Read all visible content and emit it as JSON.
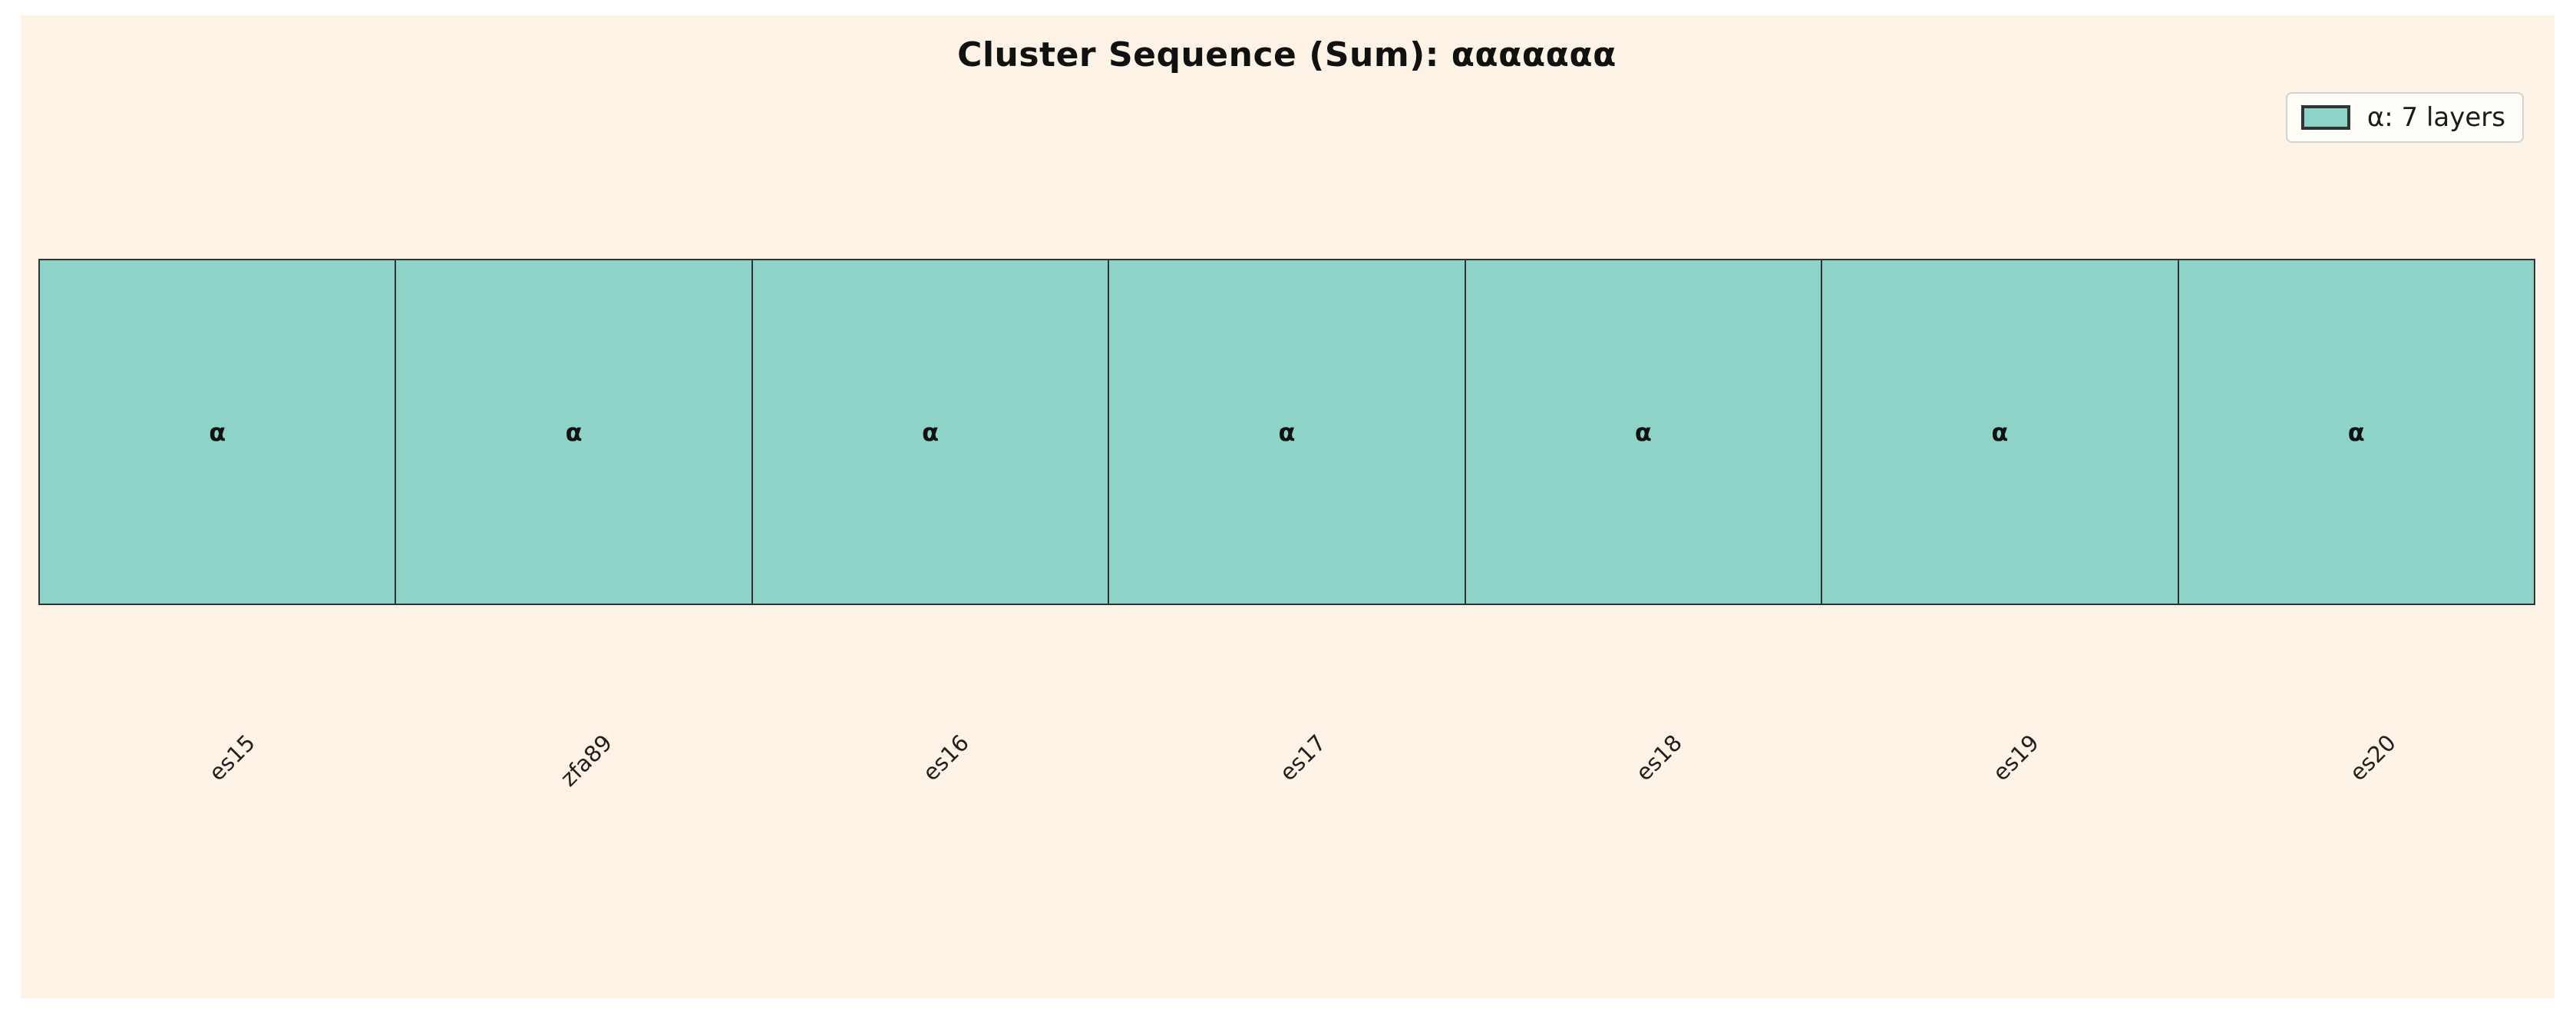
{
  "figure": {
    "background_color": "#FCF2E6",
    "page_color": "#ffffff"
  },
  "title": "Cluster Sequence (Sum): ααααααα",
  "legend": {
    "label": "α: 7 layers",
    "swatch_color": "#8DD3C7",
    "swatch_border_color": "#333333",
    "position": "upper right"
  },
  "chart_data": {
    "type": "bar",
    "title": "Cluster Sequence (Sum): ααααααα",
    "categories": [
      "es15",
      "zfa89",
      "es16",
      "es17",
      "es18",
      "es19",
      "es20"
    ],
    "series": [
      {
        "name": "α",
        "values": [
          1,
          1,
          1,
          1,
          1,
          1,
          1
        ]
      }
    ],
    "bar_labels": [
      "α",
      "α",
      "α",
      "α",
      "α",
      "α",
      "α"
    ],
    "bar_color": "#8DD3C7",
    "bar_edge_color": "#333333",
    "xlabel": "",
    "ylabel": "",
    "grid": false,
    "tick_rotation": 45,
    "legend_entries": [
      "α: 7 layers"
    ],
    "legend_position": "upper right"
  }
}
